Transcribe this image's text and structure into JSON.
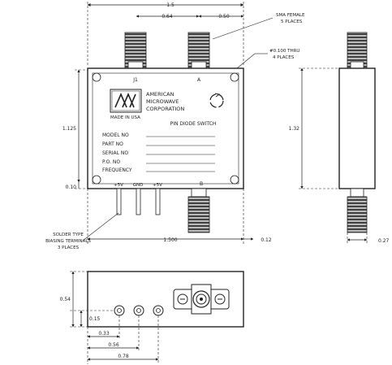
{
  "dimensions": {
    "overall_width": "1.5",
    "conn_spacing_1": "0.64",
    "conn_spacing_2": "0.50",
    "height_main": "1.125",
    "side_height": "1.32",
    "base_offset": "0.10",
    "width_bottom": "1.500",
    "right_extend": "0.12",
    "side_conn_width": "0.27",
    "end_height": "0.54",
    "end_pin_height": "0.15",
    "pin_spacing_1": "0.33",
    "pin_spacing_2": "0.56",
    "pin_spacing_3": "0.78"
  },
  "notes": {
    "sma_line1": "SMA FEMALE",
    "sma_line2": "5 PLACES",
    "thru_line1": "#0.100 THRU",
    "thru_line2": "4 PLACES",
    "solder_line1": "SOLDER TYPE",
    "solder_line2": "BIASING TERMINALS",
    "solder_line3": "3 PLACES"
  },
  "label": {
    "company_line1": "AMERICAN",
    "company_line2": "MICROWAVE",
    "company_line3": "CORPORATION",
    "made_in": "MADE IN USA",
    "product": "PIN DIODE SWITCH",
    "fields": [
      "MODEL NO",
      "PART NO",
      "SERIAL NO",
      "P.O. NO",
      "FREQUENCY"
    ]
  },
  "ports": {
    "top_left": "J1",
    "top_right": "A",
    "bottom_right": "B",
    "bias_1": "+5V",
    "bias_2": "GND",
    "bias_3": "+5V"
  }
}
